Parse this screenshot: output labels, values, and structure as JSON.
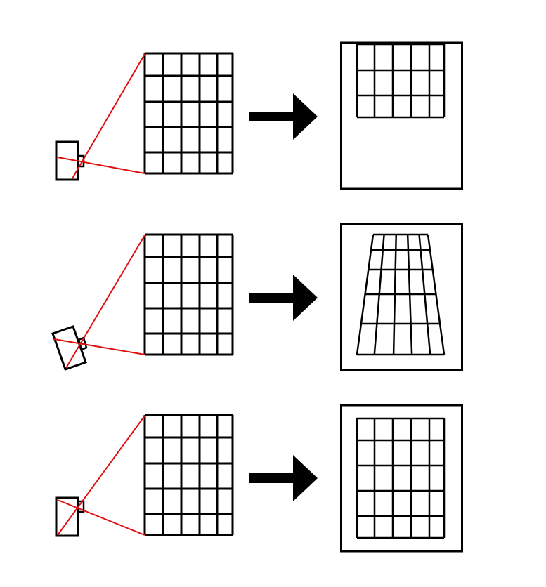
{
  "diagram": {
    "title": "",
    "rows": [
      {
        "id": "row-1",
        "camera": "camera-icon",
        "grid": {
          "columns": 5,
          "rows": 5
        },
        "arrow": "arrow-right-icon",
        "result_view": "grid-shifted-up"
      },
      {
        "id": "row-2",
        "camera": "camera-icon",
        "camera_tilted": true,
        "grid": {
          "columns": 5,
          "rows": 5
        },
        "arrow": "arrow-right-icon",
        "result_view": "grid-perspective-keystone"
      },
      {
        "id": "row-3",
        "camera": "camera-icon",
        "grid": {
          "columns": 5,
          "rows": 5
        },
        "arrow": "arrow-right-icon",
        "result_view": "grid-centered"
      }
    ],
    "colors": {
      "stroke": "#000000",
      "ray": "#e01010",
      "background": "#ffffff"
    }
  }
}
